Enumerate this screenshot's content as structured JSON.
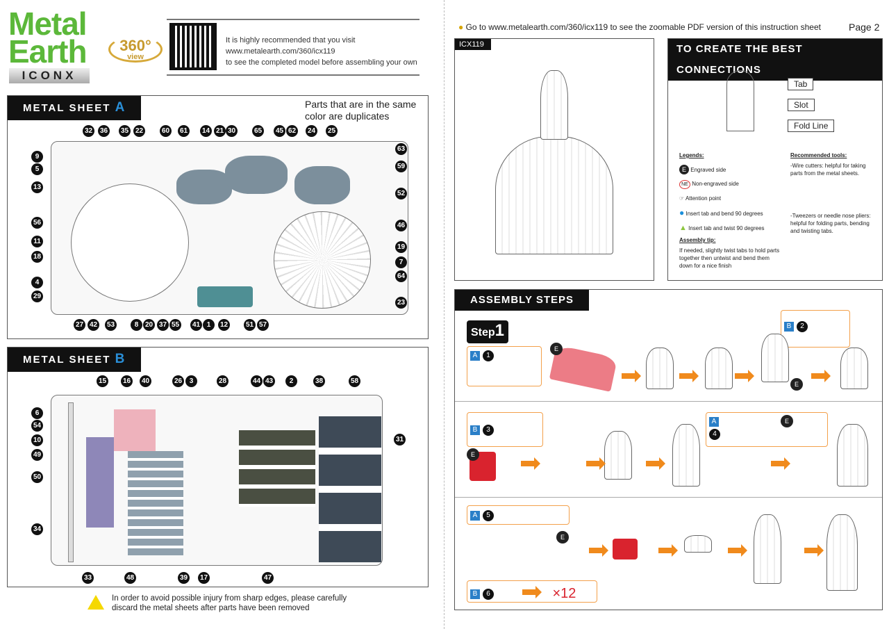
{
  "brand": {
    "line1": "Metal",
    "line2": "Earth",
    "sub": "ICONX",
    "badge_num": "360°",
    "badge_word": "view"
  },
  "visit": {
    "line1": "It is highly recommended that you visit",
    "line2": "www.metalearth.com/360/icx119",
    "line3": "to see the completed model before assembling your own"
  },
  "sheet_a": {
    "title": "METAL SHEET",
    "letter": "A",
    "note1": "Parts that are in the same",
    "note2": "color are duplicates",
    "parts": [
      "32",
      "36",
      "35",
      "22",
      "60",
      "61",
      "14",
      "21",
      "30",
      "65",
      "45",
      "62",
      "24",
      "25",
      "9",
      "5",
      "13",
      "56",
      "11",
      "18",
      "4",
      "29",
      "63",
      "59",
      "52",
      "46",
      "19",
      "7",
      "64",
      "23",
      "27",
      "42",
      "53",
      "8",
      "20",
      "37",
      "55",
      "41",
      "1",
      "12",
      "51",
      "57"
    ]
  },
  "sheet_b": {
    "title": "METAL SHEET",
    "letter": "B",
    "parts": [
      "15",
      "16",
      "40",
      "26",
      "3",
      "28",
      "44",
      "43",
      "2",
      "38",
      "58",
      "6",
      "54",
      "10",
      "49",
      "50",
      "34",
      "31",
      "33",
      "48",
      "39",
      "17",
      "47"
    ]
  },
  "warning": {
    "line1": "In order to avoid possible injury from sharp edges, please carefully",
    "line2": "discard the metal sheets after parts have been removed"
  },
  "page2": {
    "goto": "Go to www.metalearth.com/360/icx119  to see the zoomable PDF version of this instruction sheet",
    "page": "Page 2",
    "model_tag": "ICX119"
  },
  "connections": {
    "title": "TO CREATE THE BEST CONNECTIONS",
    "tab": "Tab",
    "slot": "Slot",
    "fold": "Fold Line",
    "legends_title": "Legends:",
    "legends": [
      "Engraved side",
      "Non-engraved side",
      "Attention point",
      "Insert tab and bend 90 degrees",
      "Insert tab and twist 90 degrees"
    ],
    "e": "E",
    "ne": "NE",
    "tip_title": "Assembly tip:",
    "tip": "If needed, slightly twist tabs to hold parts together then untwist and bend them down for a nice finish",
    "tools_title": "Recommended tools:",
    "tool1": "-Wire cutters: helpful for taking parts from the metal sheets.",
    "tool2": "-Tweezers or needle nose pliers: helpful for folding parts, bending and twisting tabs."
  },
  "assembly": {
    "title": "ASSEMBLY STEPS",
    "step_word": "Step",
    "step_num": "1",
    "refs": [
      {
        "sheet": "A",
        "part": "1"
      },
      {
        "sheet": "B",
        "part": "2"
      },
      {
        "sheet": "B",
        "part": "3"
      },
      {
        "sheet": "A",
        "part": "4"
      },
      {
        "sheet": "A",
        "part": "5"
      },
      {
        "sheet": "B",
        "part": "6"
      }
    ],
    "e": "E",
    "qty": "×12"
  },
  "colors": {
    "green": "#5cb83a",
    "blue": "#2a8fd8",
    "orange": "#f08a1c",
    "red": "#d9232e"
  }
}
